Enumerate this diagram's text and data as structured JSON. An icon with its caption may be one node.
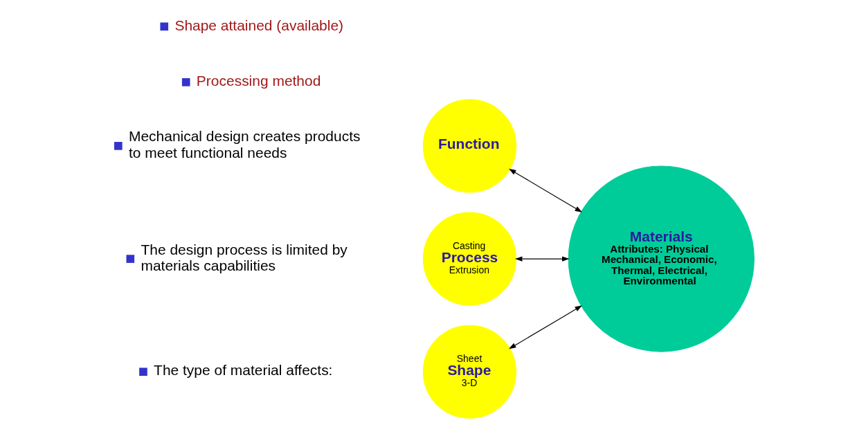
{
  "diagram": {
    "nodes": [
      {
        "text": [
          "Function"
        ]
      },
      {
        "text": [
          "Casting",
          "Process",
          "Extrusion"
        ]
      },
      {
        "text": [
          "Sheet",
          "Shape",
          "3-D"
        ]
      },
      {
        "text": [
          "Materials",
          "Attributes: Physical Mechanical, Economic, Thermal, Electrical, Environmental"
        ]
      }
    ],
    "edges": [
      {
        "from": 0,
        "to": 3,
        "arrow": "both"
      },
      {
        "from": 1,
        "to": 3,
        "arrow": "both"
      },
      {
        "from": 2,
        "to": 3,
        "arrow": "both"
      }
    ],
    "labels": [
      "Mechanical design creates products to meet functional needs",
      "The design process is limited by materials capabilities",
      "The type of material affects:",
      "Processing method",
      "Shape attained (available)"
    ]
  }
}
